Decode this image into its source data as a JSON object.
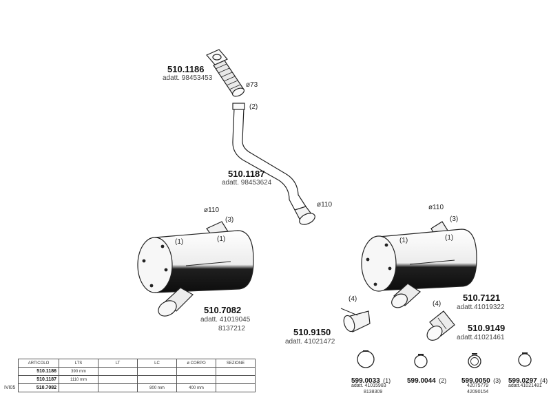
{
  "parts": {
    "p1186": {
      "code": "510.1186",
      "adatt": "adatt. 98453453",
      "diameter": "ø73"
    },
    "p1187": {
      "code": "510.1187",
      "adatt": "adatt. 98453624",
      "note": "(2)",
      "diameter": "ø110"
    },
    "p7082": {
      "code": "510.7082",
      "adatt": "adatt. 41019045",
      "adatt2": "8137212",
      "diameter": "ø110",
      "inlet_note": "(3)",
      "band_a": "(1)",
      "band_b": "(1)"
    },
    "p7121": {
      "code": "510.7121",
      "adatt": "adatt.41019322",
      "diameter": "ø110",
      "inlet_note": "(3)",
      "band_a": "(1)",
      "band_b": "(1)"
    },
    "p9150": {
      "code": "510.9150",
      "adatt": "adatt. 41021472",
      "note": "(4)"
    },
    "p9149": {
      "code": "510.9149",
      "adatt": "adatt.41021461",
      "note": "(4)"
    },
    "c0033": {
      "code": "599.0033",
      "qty": "(1)",
      "adatt": "adatt. 41015983",
      "adatt2": "8138309"
    },
    "c0044": {
      "code": "599.0044",
      "qty": "(2)"
    },
    "c0050": {
      "code": "599.0050",
      "qty": "(3)",
      "adatt": "42075779",
      "adatt2": "42090154"
    },
    "c0297": {
      "code": "599.0297",
      "qty": "(4)",
      "adatt": "adatt.41021481"
    }
  },
  "table": {
    "headers": [
      "ARTICOLO",
      "LTS",
      "LT",
      "LC",
      "ø CORPO",
      "SEZIONE"
    ],
    "rows": [
      [
        "510.1186",
        "390 mm",
        "",
        "",
        "",
        ""
      ],
      [
        "510.1187",
        "1110 mm",
        "",
        "",
        "",
        ""
      ],
      [
        "510.7082",
        "",
        "",
        "800 mm",
        "400 mm",
        ""
      ]
    ],
    "side_label": "IVI05"
  },
  "colors": {
    "line": "#222222",
    "dark_fill": "#1a1a1a",
    "light_fill": "#f2f2f2"
  }
}
